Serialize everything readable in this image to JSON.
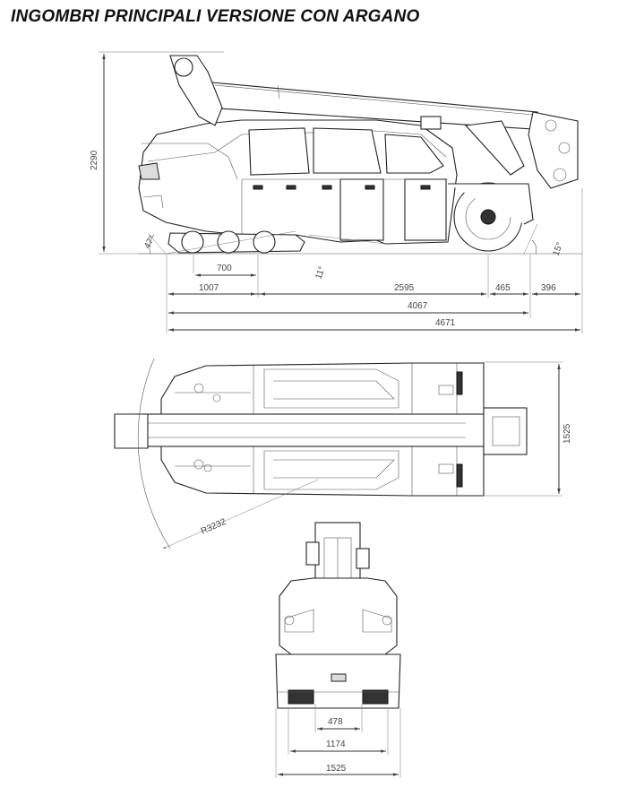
{
  "title": "INGOMBRI PRINCIPALI VERSIONE CON ARGANO",
  "side_view": {
    "height": "2290",
    "angle_front": "47°",
    "angle_under": "11°",
    "angle_rear": "15°",
    "track_700": "700",
    "d_1007": "1007",
    "d_2595": "2595",
    "d_465": "465",
    "d_396": "396",
    "d_4067": "4067",
    "d_4671": "4671"
  },
  "top_view": {
    "width": "1525",
    "radius": "R3232"
  },
  "front_view": {
    "d_478": "478",
    "d_1174": "1174",
    "d_1525": "1525"
  }
}
